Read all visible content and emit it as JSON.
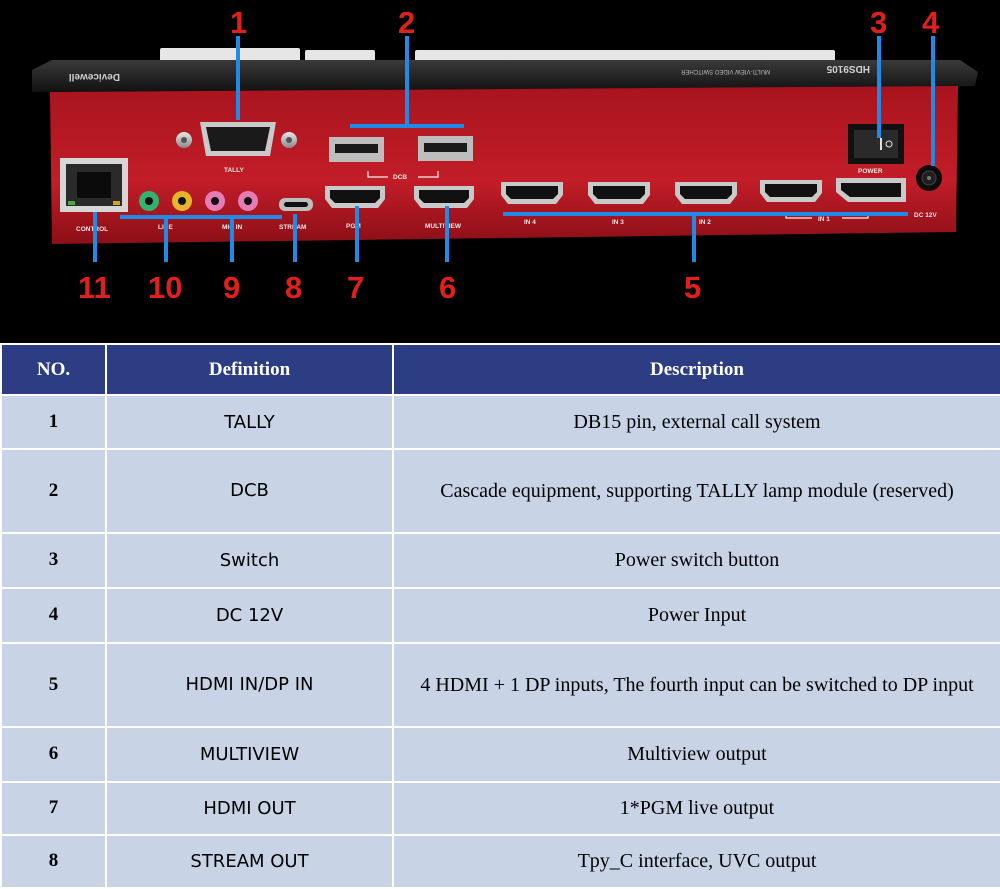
{
  "device": {
    "brand_text": "Devicewell",
    "model_text": "HDS9105",
    "model_subtext": "MULTI-VIEW VIDEO SWITCHER"
  },
  "port_labels": {
    "tally": "TALLY",
    "dcb": "DCB",
    "power": "POWER",
    "control": "CONTROL",
    "line": "LINE",
    "mic_in": "MIC IN",
    "stream": "STREAM",
    "pgm": "PGM",
    "multiview": "MULTIVIEW",
    "in4": "IN 4",
    "in3": "IN 3",
    "in2": "IN 2",
    "in1": "IN 1",
    "dc12v": "DC 12V"
  },
  "callouts": {
    "c1": "1",
    "c2": "2",
    "c3": "3",
    "c4": "4",
    "c5": "5",
    "c6": "6",
    "c7": "7",
    "c8": "8",
    "c9": "9",
    "c10": "10",
    "c11": "11"
  },
  "table": {
    "headers": [
      "NO.",
      "Definition",
      "Description"
    ],
    "rows": [
      {
        "no": "1",
        "definition": "TALLY",
        "description": "DB15 pin, external call system"
      },
      {
        "no": "2",
        "definition": "DCB",
        "description": "Cascade equipment, supporting TALLY lamp module (reserved)"
      },
      {
        "no": "3",
        "definition": "Switch",
        "description": "Power switch button"
      },
      {
        "no": "4",
        "definition": "DC 12V",
        "description": "Power Input"
      },
      {
        "no": "5",
        "definition": "HDMI IN/DP IN",
        "description": "4 HDMI + 1 DP inputs, The fourth input can be switched to DP input"
      },
      {
        "no": "6",
        "definition": "MULTIVIEW",
        "description": "Multiview output"
      },
      {
        "no": "7",
        "definition": "HDMI OUT",
        "description": "1*PGM live output"
      },
      {
        "no": "8",
        "definition": "STREAM OUT",
        "description": "Tpy_C interface, UVC output"
      }
    ]
  }
}
